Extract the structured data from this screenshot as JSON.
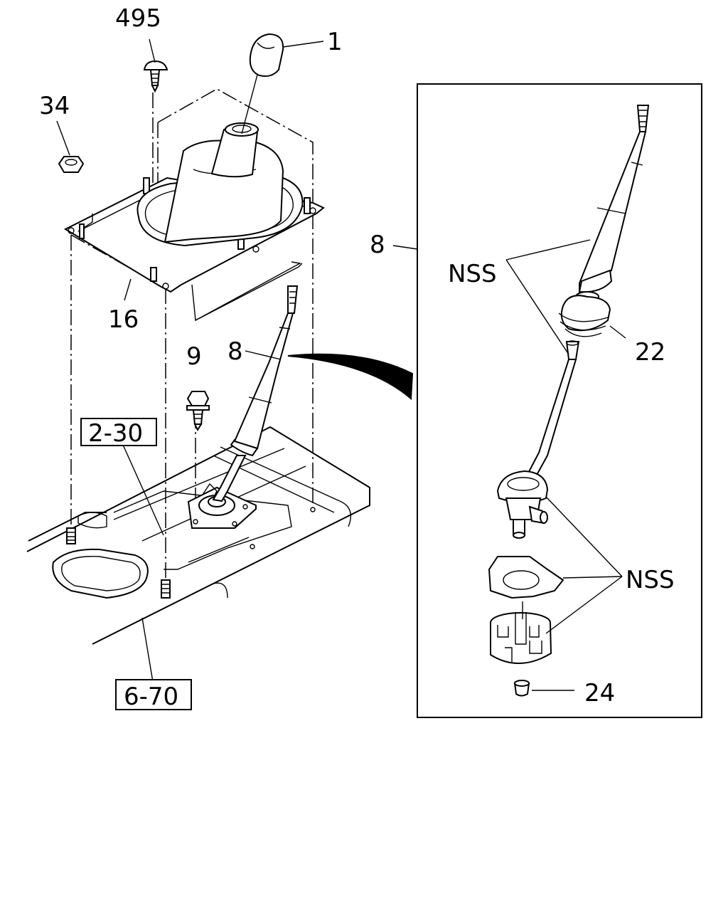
{
  "callouts": {
    "knob": "1",
    "bolt_top": "495",
    "nut": "34",
    "boot_plate": "16",
    "bolt_mid": "9",
    "lever_main": "8",
    "ref_console": "2-30",
    "ref_floor": "6-70",
    "detail_lever": "8",
    "nss_upper": "NSS",
    "boot_detail": "22",
    "nss_lower": "NSS",
    "bushing": "24"
  }
}
